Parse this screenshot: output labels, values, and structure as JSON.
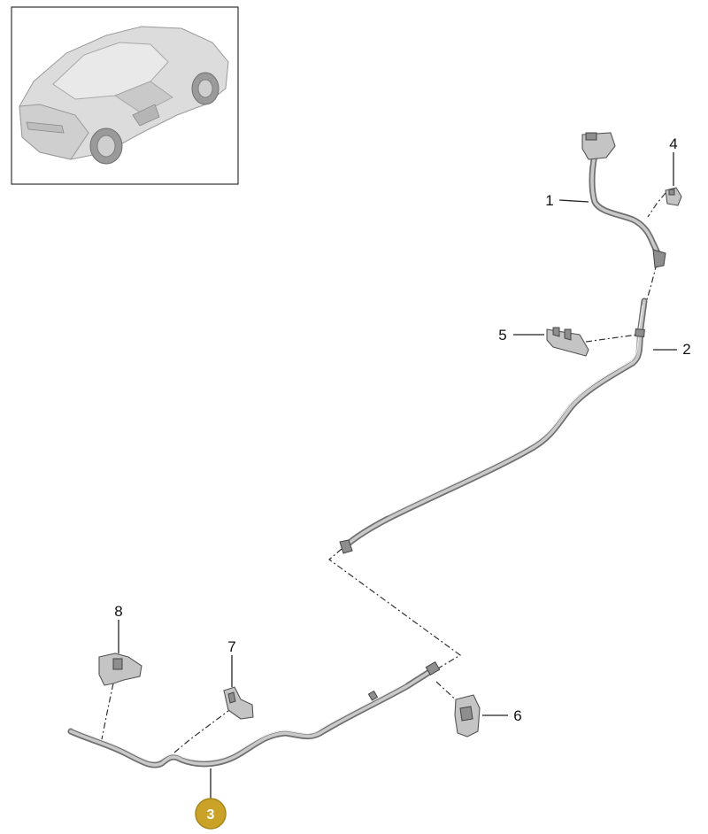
{
  "callouts": [
    {
      "id": "1",
      "label": "1"
    },
    {
      "id": "2",
      "label": "2"
    },
    {
      "id": "3",
      "label": "3"
    },
    {
      "id": "4",
      "label": "4"
    },
    {
      "id": "5",
      "label": "5"
    },
    {
      "id": "6",
      "label": "6"
    },
    {
      "id": "7",
      "label": "7"
    },
    {
      "id": "8",
      "label": "8"
    }
  ],
  "highlighted_callout": "3",
  "colors": {
    "highlight_badge": "#c9a227",
    "pipe": "#c9c9c9",
    "line": "#222222"
  },
  "icons": {
    "thumbnail": "car-rear-view-icon"
  }
}
